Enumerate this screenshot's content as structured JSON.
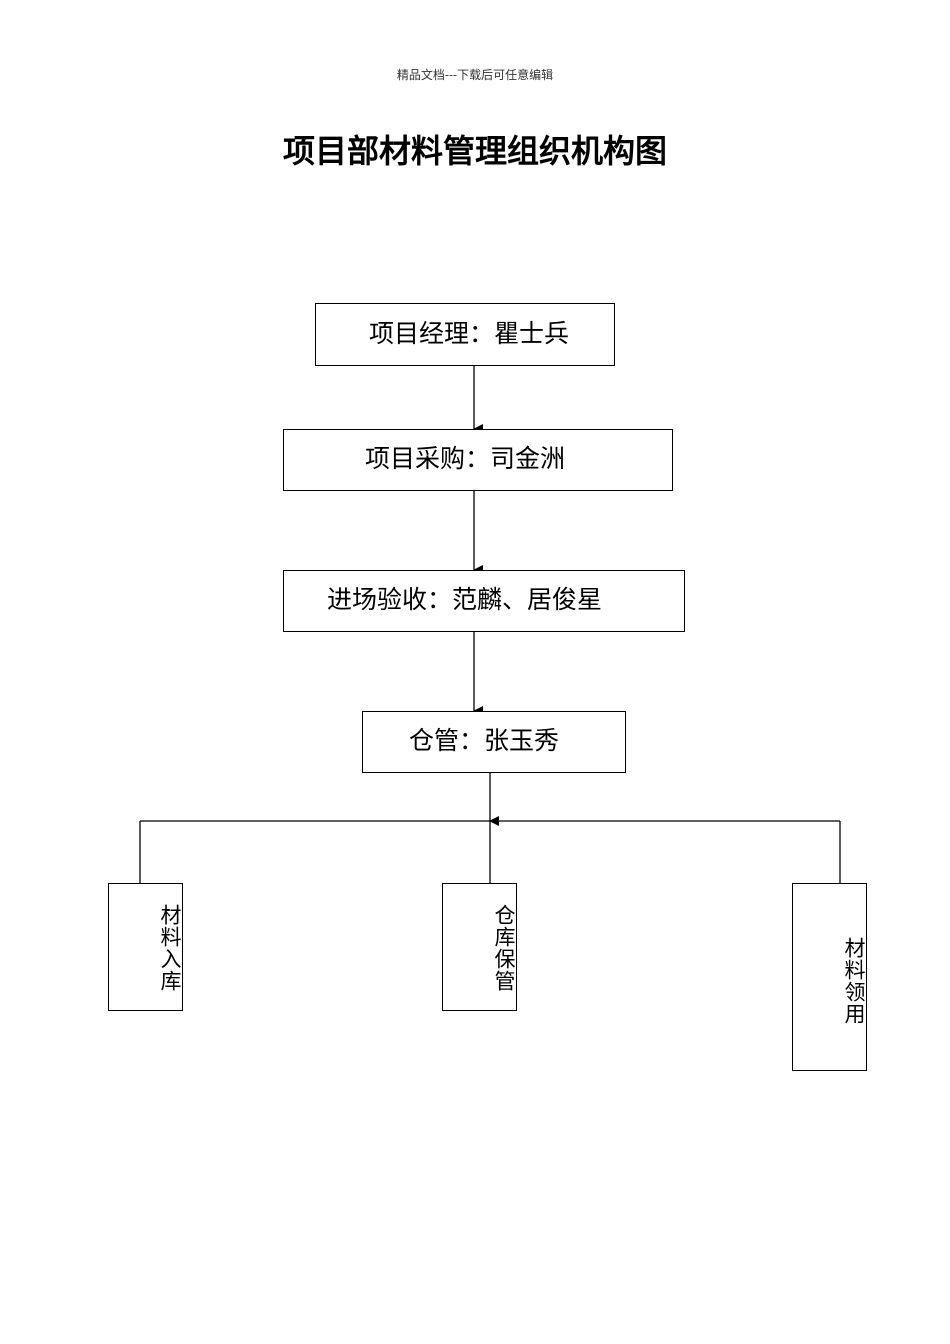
{
  "header": {
    "note": "精品文档---下载后可任意编辑"
  },
  "document": {
    "title": "项目部材料管理组织机构图"
  },
  "org_chart": {
    "level1": "项目经理：瞿士兵",
    "level2": "项目采购：司金洲",
    "level3": "进场验收：范麟、居俊星",
    "level4": "仓管：张玉秀",
    "branches": [
      "材料入库",
      "仓库保管",
      "材料领用"
    ]
  }
}
